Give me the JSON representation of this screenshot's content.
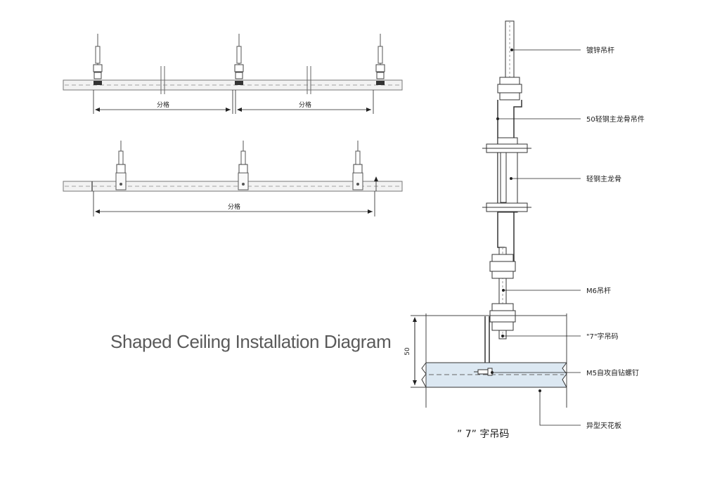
{
  "diagram": {
    "title": "Shaped Ceiling Installation Diagram",
    "span_label": "分格",
    "height_dimension": "50",
    "detail_caption": "” 7” 字吊码",
    "callouts": [
      "镀锌吊杆",
      "50轻钢主龙骨吊件",
      "轻钢主龙骨",
      "M6吊杆",
      "\"7\"字吊码",
      "M5自攻自钻螺钉",
      "异型天花板"
    ]
  }
}
